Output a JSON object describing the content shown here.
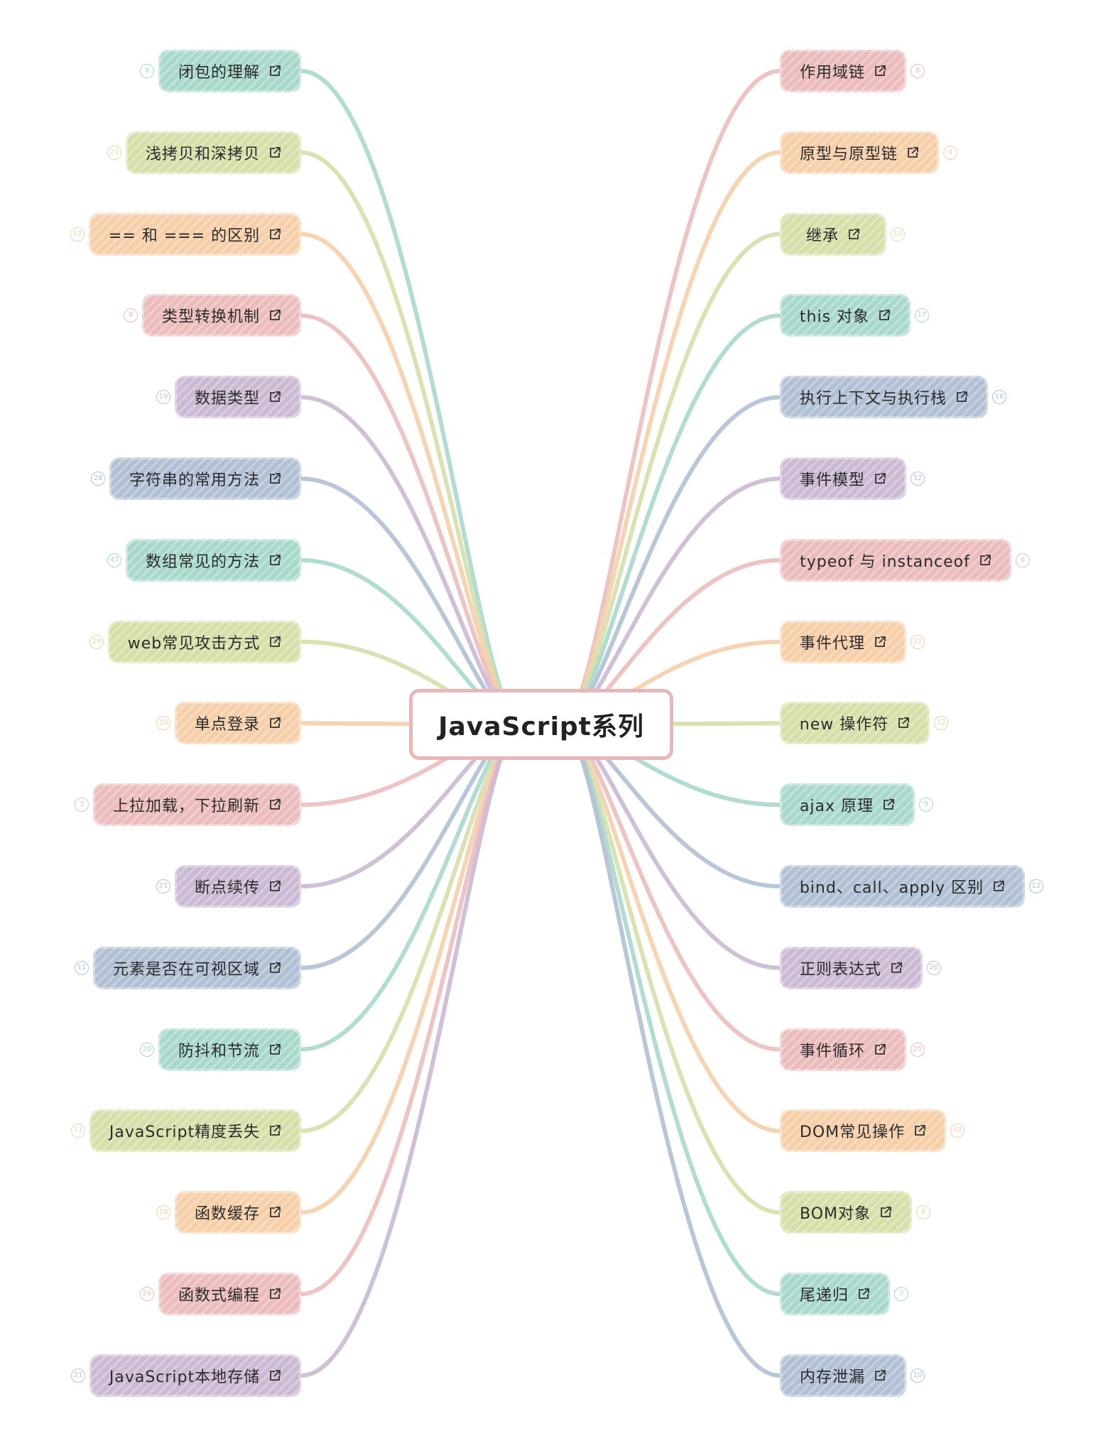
{
  "central_topic": "JavaScript系列",
  "colors": {
    "teal": "#a8d8cc",
    "lime": "#d5dfa8",
    "peach": "#f6cfa8",
    "pink": "#ecbcbc",
    "lilac": "#cbb9d3",
    "blue": "#b1c0d4"
  },
  "left_topics": [
    {
      "label": "闭包的理解",
      "count": "8",
      "color": "teal"
    },
    {
      "label": "浅拷贝和深拷贝",
      "count": "21",
      "color": "lime"
    },
    {
      "label": "== 和 === 的区别",
      "count": "12",
      "color": "peach"
    },
    {
      "label": "类型转换机制",
      "count": "8",
      "color": "pink"
    },
    {
      "label": "数据类型",
      "count": "19",
      "color": "lilac"
    },
    {
      "label": "字符串的常用方法",
      "count": "28",
      "color": "blue"
    },
    {
      "label": "数组常见的方法",
      "count": "47",
      "color": "teal"
    },
    {
      "label": "web常见攻击方式",
      "count": "29",
      "color": "lime"
    },
    {
      "label": "单点登录",
      "count": "10",
      "color": "peach"
    },
    {
      "label": "上拉加载，下拉刷新",
      "count": "3",
      "color": "pink"
    },
    {
      "label": "断点续传",
      "count": "21",
      "color": "lilac"
    },
    {
      "label": "元素是否在可视区域",
      "count": "11",
      "color": "blue"
    },
    {
      "label": "防抖和节流",
      "count": "20",
      "color": "teal"
    },
    {
      "label": "JavaScript精度丢失",
      "count": "11",
      "color": "lime"
    },
    {
      "label": "函数缓存",
      "count": "18",
      "color": "peach"
    },
    {
      "label": "函数式编程",
      "count": "26",
      "color": "pink"
    },
    {
      "label": "JavaScript本地存储",
      "count": "21",
      "color": "lilac"
    }
  ],
  "right_topics": [
    {
      "label": "作用域链",
      "count": "8",
      "color": "pink"
    },
    {
      "label": "原型与原型链",
      "count": "4",
      "color": "peach"
    },
    {
      "label": "继承",
      "count": "10",
      "color": "lime"
    },
    {
      "label": "this 对象",
      "count": "17",
      "color": "teal"
    },
    {
      "label": "执行上下文与执行栈",
      "count": "16",
      "color": "blue"
    },
    {
      "label": "事件模型",
      "count": "32",
      "color": "lilac"
    },
    {
      "label": "typeof 与 instanceof",
      "count": "6",
      "color": "pink"
    },
    {
      "label": "事件代理",
      "count": "11",
      "color": "peach"
    },
    {
      "label": "new 操作符",
      "count": "12",
      "color": "lime"
    },
    {
      "label": "ajax 原理",
      "count": "9",
      "color": "teal"
    },
    {
      "label": "bind、call、apply 区别",
      "count": "12",
      "color": "blue"
    },
    {
      "label": "正则表达式",
      "count": "20",
      "color": "lilac"
    },
    {
      "label": "事件循环",
      "count": "25",
      "color": "pink"
    },
    {
      "label": "DOM常见操作",
      "count": "49",
      "color": "peach"
    },
    {
      "label": "BOM对象",
      "count": "8",
      "color": "lime"
    },
    {
      "label": "尾递归",
      "count": "7",
      "color": "teal"
    },
    {
      "label": "内存泄漏",
      "count": "10",
      "color": "blue"
    }
  ]
}
